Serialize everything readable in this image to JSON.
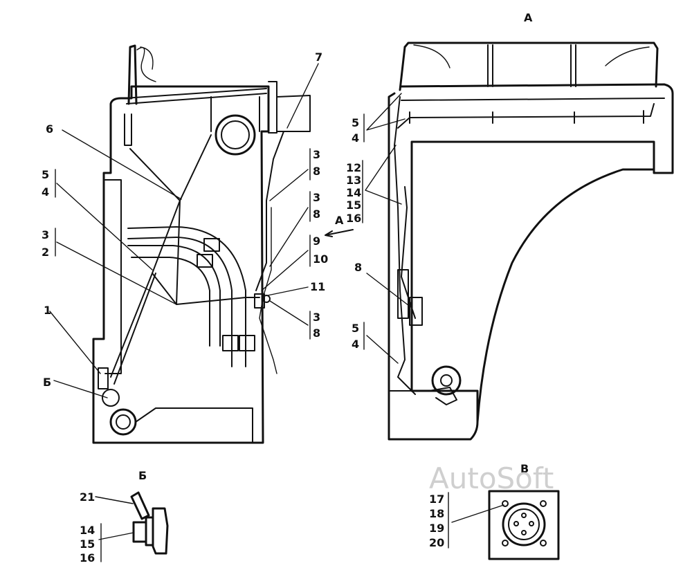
{
  "view_labels": {
    "view_a_title": "A",
    "view_b_title": "Б",
    "view_v_title": "В",
    "arrow_a": "A"
  },
  "watermark": "AutoSoft",
  "callouts_left": {
    "c7": "7",
    "c6": "6",
    "c5": "5",
    "c4": "4",
    "c3a": "3",
    "c2": "2",
    "c1": "1",
    "cB": "Б",
    "c3b": "3",
    "c8b": "8",
    "c3c": "3",
    "c8c": "8",
    "c9": "9",
    "c10": "10",
    "c11": "11",
    "c3d": "3",
    "c8d": "8"
  },
  "callouts_right": {
    "c5": "5",
    "c4": "4",
    "c12": "12",
    "c13": "13",
    "c14": "14",
    "c15": "15",
    "c16": "16",
    "c8": "8",
    "c5b": "5",
    "c4b": "4"
  },
  "callouts_b": {
    "c21": "21",
    "c14": "14",
    "c15": "15",
    "c16": "16"
  },
  "callouts_v": {
    "c17": "17",
    "c18": "18",
    "c19": "19",
    "c20": "20"
  },
  "colors": {
    "ink": "#111111",
    "paper": "#ffffff",
    "watermark": "#cfcfcf"
  }
}
